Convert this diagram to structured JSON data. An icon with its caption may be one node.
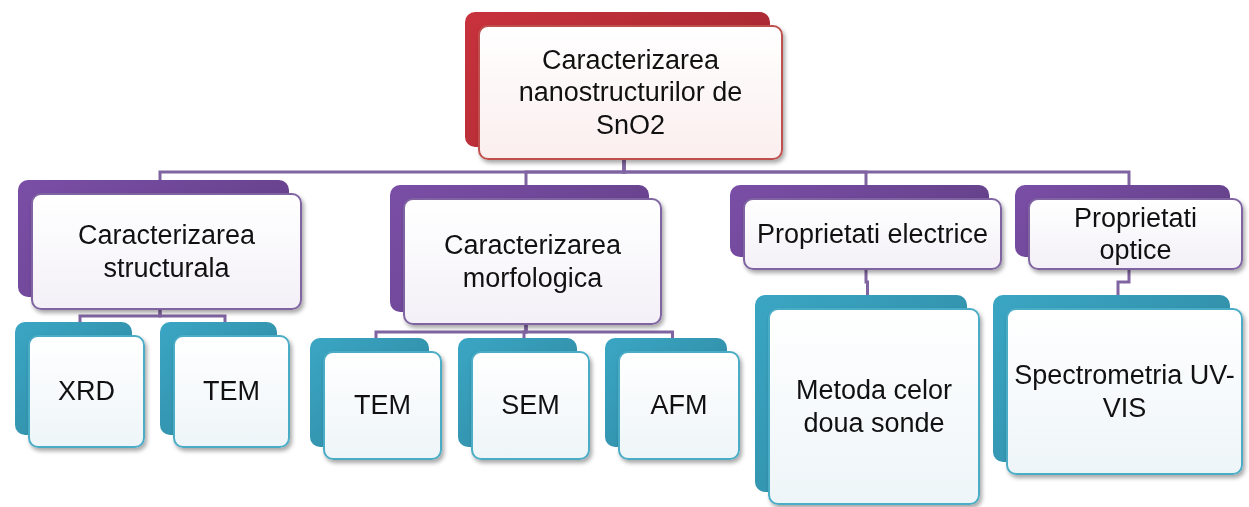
{
  "diagram": {
    "nodes": [
      {
        "text": [
          "Caracterizarea nanostructurilor de SnO2"
        ]
      },
      {
        "text": [
          "Caracterizarea structurala"
        ]
      },
      {
        "text": [
          "Caracterizarea morfologica"
        ]
      },
      {
        "text": [
          "Proprietati electrice"
        ]
      },
      {
        "text": [
          "Proprietati optice"
        ]
      },
      {
        "text": [
          "XRD"
        ]
      },
      {
        "text": [
          "TEM"
        ]
      },
      {
        "text": [
          "TEM"
        ]
      },
      {
        "text": [
          "SEM"
        ]
      },
      {
        "text": [
          "AFM"
        ]
      },
      {
        "text": [
          "Metoda celor doua sonde"
        ]
      },
      {
        "text": [
          "Spectrometria UV-VIS"
        ]
      }
    ],
    "edges": [
      {
        "from": 0,
        "to": 1,
        "arrow": "none"
      },
      {
        "from": 0,
        "to": 2,
        "arrow": "none"
      },
      {
        "from": 0,
        "to": 3,
        "arrow": "none"
      },
      {
        "from": 0,
        "to": 4,
        "arrow": "none"
      },
      {
        "from": 1,
        "to": 5,
        "arrow": "none"
      },
      {
        "from": 1,
        "to": 6,
        "arrow": "none"
      },
      {
        "from": 2,
        "to": 7,
        "arrow": "none"
      },
      {
        "from": 2,
        "to": 8,
        "arrow": "none"
      },
      {
        "from": 2,
        "to": 9,
        "arrow": "none"
      },
      {
        "from": 3,
        "to": 10,
        "arrow": "none"
      },
      {
        "from": 4,
        "to": 11,
        "arrow": "none"
      }
    ]
  }
}
